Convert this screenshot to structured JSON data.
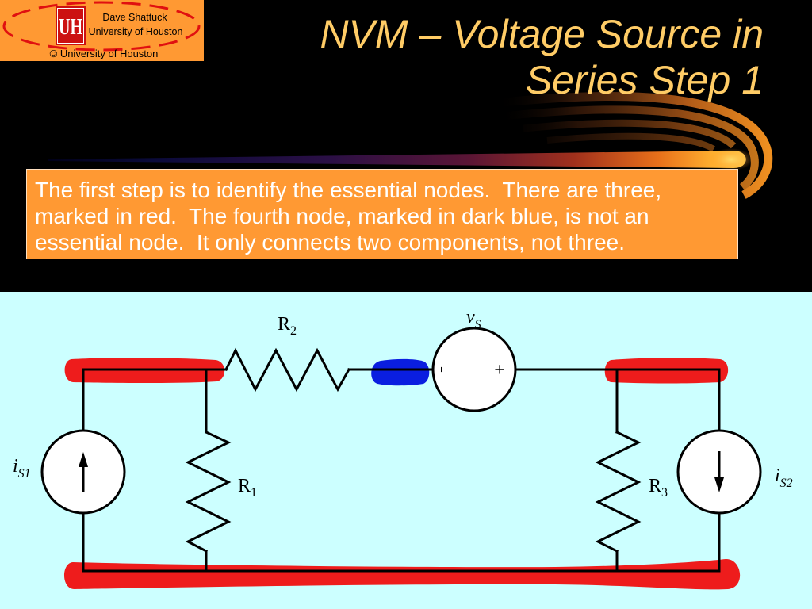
{
  "logo": {
    "mark": "UH",
    "author": "Dave Shattuck",
    "affiliation": "University of Houston",
    "copyright": "© University of Houston"
  },
  "title": {
    "lines": [
      "NVM – Voltage Source in",
      "Series Step 1"
    ]
  },
  "callout": {
    "lines": [
      "The first step is to identify the essential nodes.  There are three,",
      "marked in red.  The fourth node, marked in dark blue, is not an",
      "essential node.  It only connects two components, not three."
    ]
  },
  "circuit": {
    "r2": {
      "symbol": "R",
      "subscript": "2"
    },
    "r1": {
      "symbol": "R",
      "subscript": "1"
    },
    "r3": {
      "symbol": "R",
      "subscript": "3"
    },
    "voltage_source": {
      "symbol": "v",
      "subscript": "S",
      "minus": "-",
      "plus": "+"
    },
    "current_source_1": {
      "symbol": "i",
      "subscript": "S1"
    },
    "current_source_2": {
      "symbol": "i",
      "subscript": "S2"
    }
  },
  "colors": {
    "title": "#ffcc66",
    "logo_fill": "#ff9933",
    "callout_fill": "#ff9933",
    "diagram_background": "#ccffff",
    "essential_node": "#ee1c1c",
    "non_essential_node": "#0a1ee0"
  }
}
